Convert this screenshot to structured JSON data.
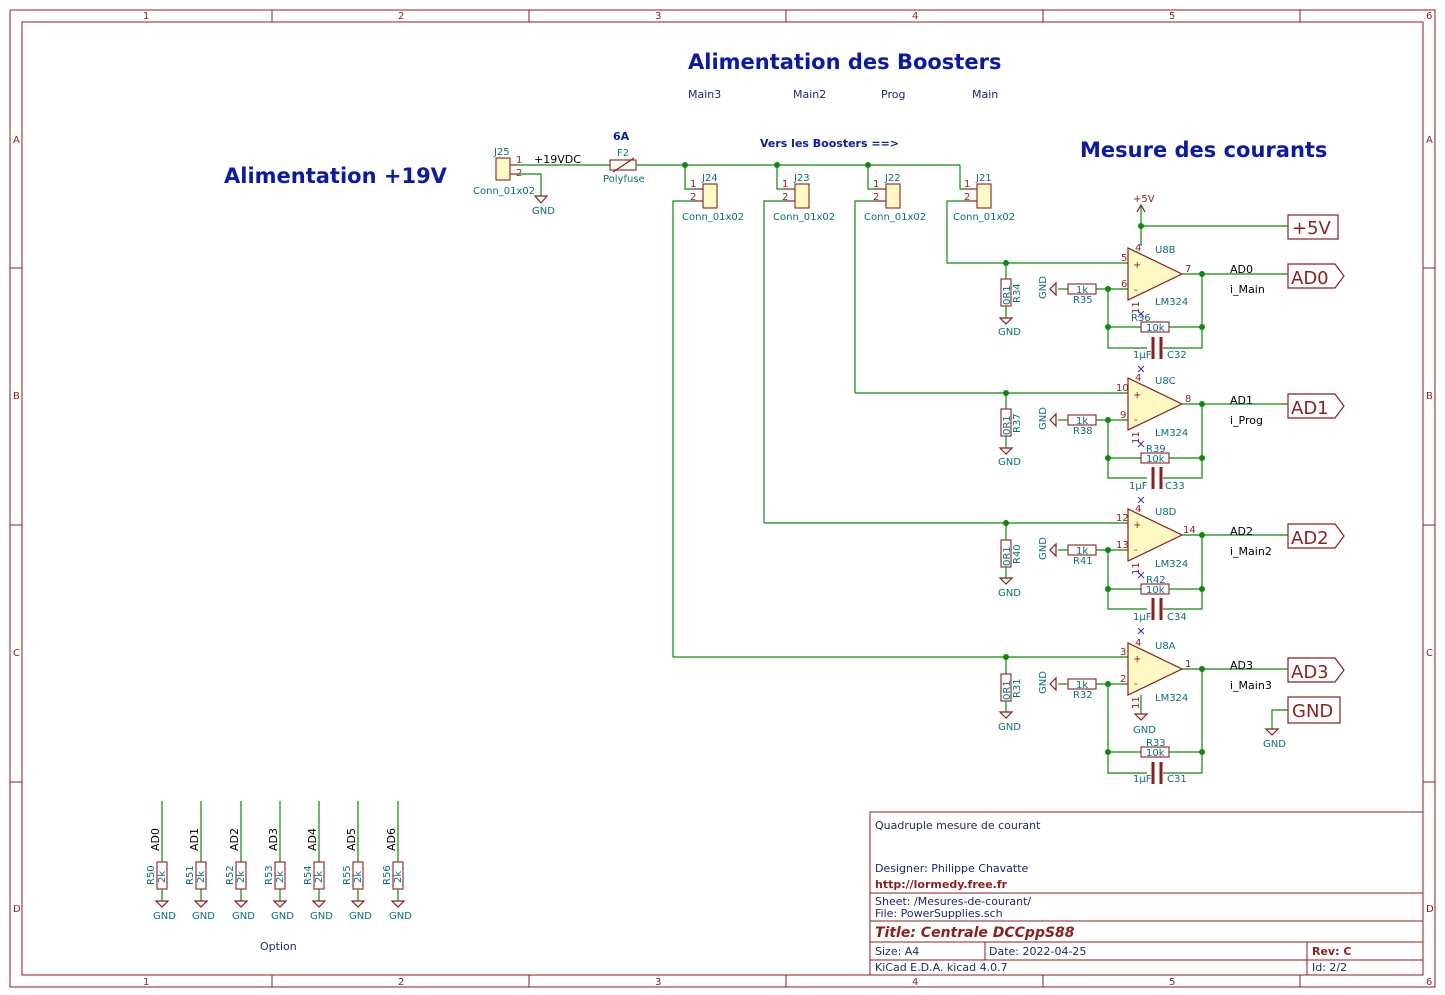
{
  "frame": {
    "columns": [
      "1",
      "2",
      "3",
      "4",
      "5",
      "6"
    ],
    "rows": [
      "A",
      "B",
      "C",
      "D"
    ]
  },
  "headings": {
    "boosters": "Alimentation des Boosters",
    "supply": "Alimentation +19V",
    "measure": "Mesure des courants",
    "option": "Option"
  },
  "booster_labels": {
    "main3": "Main3",
    "main2": "Main2",
    "prog": "Prog",
    "main": "Main"
  },
  "wiring": {
    "fuse_rating": "6A",
    "fuse_ref": "F2",
    "fuse_type": "Polyfuse",
    "rail_label": "+19VDC",
    "to_boosters": "Vers les Boosters ==>",
    "gnd": "GND",
    "vcc": "+5V",
    "conn_type": "Conn_01x02",
    "pin1": "1",
    "pin2": "2"
  },
  "connectors": {
    "j25": "J25",
    "j24": "J24",
    "j23": "J23",
    "j22": "J22",
    "j21": "J21"
  },
  "stages": [
    {
      "unit": "U8B",
      "part": "LM324",
      "pin_in_p": "5",
      "pin_in_n": "6",
      "pin_out": "7",
      "r_shunt": "R34",
      "r_shunt_val": "0R1",
      "r_in": "R35",
      "r_in_val": "1k",
      "r_fb": "R36",
      "r_fb_val": "10k",
      "cap": "C32",
      "cap_val": "1µF",
      "net": "AD0",
      "net_label": "i_Main",
      "port": "AD0"
    },
    {
      "unit": "U8C",
      "part": "LM324",
      "pin_in_p": "10",
      "pin_in_n": "9",
      "pin_out": "8",
      "r_shunt": "R37",
      "r_shunt_val": "0R1",
      "r_in": "R38",
      "r_in_val": "1k",
      "r_fb": "R39",
      "r_fb_val": "10k",
      "cap": "C33",
      "cap_val": "1µF",
      "net": "AD1",
      "net_label": "i_Prog",
      "port": "AD1"
    },
    {
      "unit": "U8D",
      "part": "LM324",
      "pin_in_p": "12",
      "pin_in_n": "13",
      "pin_out": "14",
      "r_shunt": "R40",
      "r_shunt_val": "0R1",
      "r_in": "R41",
      "r_in_val": "1k",
      "r_fb": "R42",
      "r_fb_val": "10k",
      "cap": "C34",
      "cap_val": "1µF",
      "net": "AD2",
      "net_label": "i_Main2",
      "port": "AD2"
    },
    {
      "unit": "U8A",
      "part": "LM324",
      "pin_in_p": "3",
      "pin_in_n": "2",
      "pin_out": "1",
      "r_shunt": "R31",
      "r_shunt_val": "0R1",
      "r_in": "R32",
      "r_in_val": "1k",
      "r_fb": "R33",
      "r_fb_val": "10k",
      "cap": "C31",
      "cap_val": "1µF",
      "net": "AD3",
      "net_label": "i_Main3",
      "port": "AD3"
    }
  ],
  "opamp_pins": {
    "vpos": "4",
    "vneg": "11",
    "plus": "+",
    "minus": "-"
  },
  "ports": {
    "vcc": "+5V",
    "gnd": "GND"
  },
  "option_resistors": [
    {
      "net": "AD0",
      "ref": "R50",
      "val": "2k"
    },
    {
      "net": "AD1",
      "ref": "R51",
      "val": "2k"
    },
    {
      "net": "AD2",
      "ref": "R52",
      "val": "2k"
    },
    {
      "net": "AD3",
      "ref": "R53",
      "val": "2k"
    },
    {
      "net": "AD4",
      "ref": "R54",
      "val": "2k"
    },
    {
      "net": "AD5",
      "ref": "R55",
      "val": "2k"
    },
    {
      "net": "AD6",
      "ref": "R56",
      "val": "2k"
    }
  ],
  "title_block": {
    "comment": "Quadruple mesure de courant",
    "designer": "Designer: Philippe Chavatte",
    "url": "http://lormedy.free.fr",
    "sheet": "Sheet: /Mesures-de-courant/",
    "file": "File: PowerSupplies.sch",
    "title": "Title: Centrale DCCppS88",
    "size": "Size: A4",
    "date": "Date: 2022-04-25",
    "rev": "Rev: C",
    "tool": "KiCad E.D.A.  kicad 4.0.7",
    "id": "Id: 2/2"
  },
  "colors": {
    "wire": "#0b8a0b",
    "component": "#8b1f1f",
    "opamp_fill": "#fff9c4",
    "heading": "#0a19a8",
    "ref_text": "#0a6f7a"
  }
}
